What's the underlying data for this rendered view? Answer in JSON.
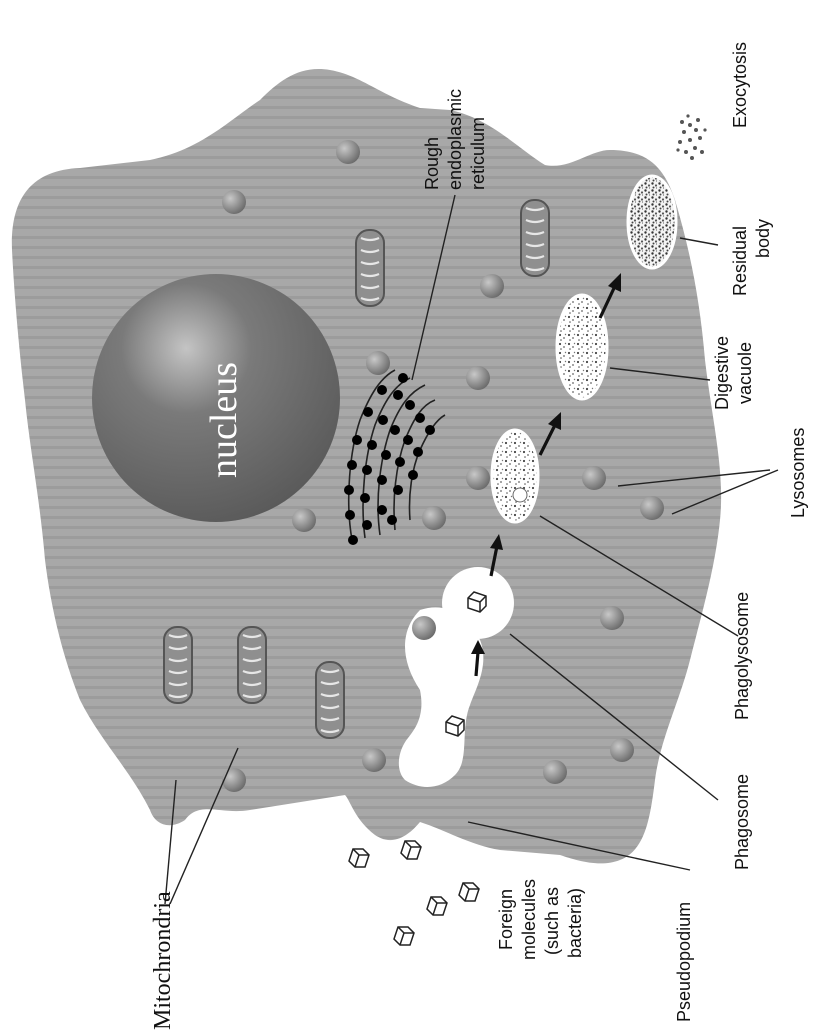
{
  "labels": {
    "nucleus": "nucleus",
    "rer_line1": "Rough",
    "rer_line2": "endoplasmic",
    "rer_line3": "reticulum",
    "exocytosis": "Exocytosis",
    "residual_line1": "Residual",
    "residual_line2": "body",
    "digestive_line1": "Digestive",
    "digestive_line2": "vacuole",
    "lysosomes": "Lysosomes",
    "phagolysosome": "Phagolysosome",
    "phagosome": "Phagosome",
    "pseudopodium": "Pseudopodium",
    "foreign_line1": "Foreign",
    "foreign_line2": "molecules",
    "foreign_line3": "(such as",
    "foreign_line4": "bacteria)",
    "mitochondria": "Mitochrondria"
  },
  "colors": {
    "cytoplasm": "#a9a9a9",
    "nucleus": "#6e6e6e",
    "lysosome": "#8a8a8a",
    "ribosome": "#000000"
  }
}
